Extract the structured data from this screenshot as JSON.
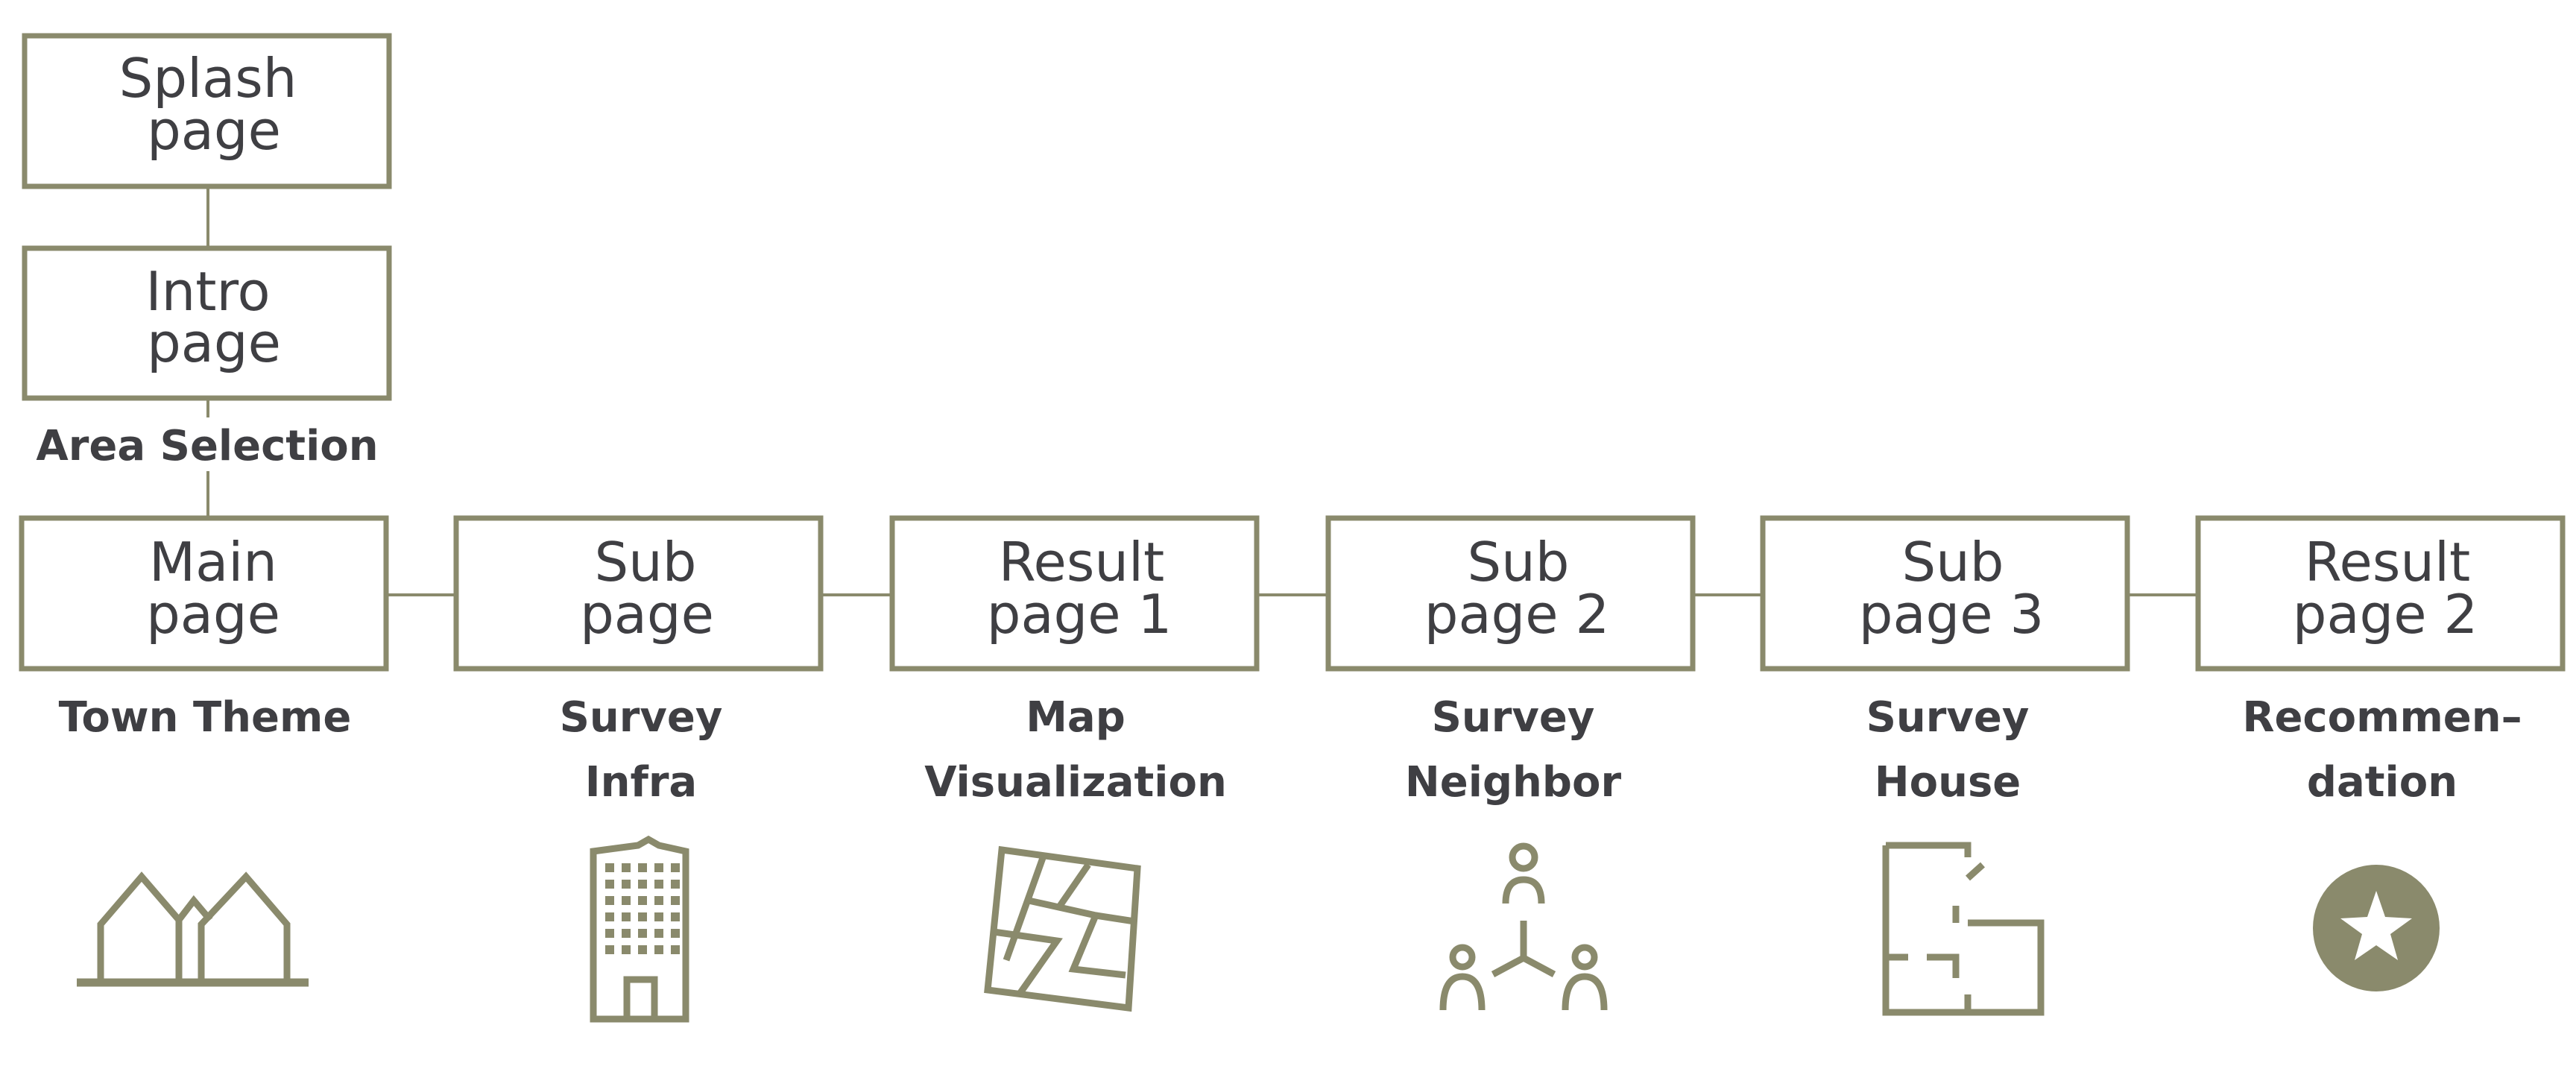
{
  "boxes": {
    "splash": [
      "Splash",
      "page"
    ],
    "intro": [
      "Intro",
      "page"
    ],
    "main": [
      "Main",
      "page"
    ],
    "sub": [
      "Sub",
      "page"
    ],
    "result1": [
      "Result",
      "page 1"
    ],
    "sub2": [
      "Sub",
      "page 2"
    ],
    "sub3": [
      "Sub",
      "page 3"
    ],
    "result2": [
      "Result",
      "page 2"
    ]
  },
  "labels": {
    "area_selection": [
      "Area Selection"
    ],
    "town_theme": [
      "Town Theme"
    ],
    "survey_infra": [
      "Survey",
      "Infra"
    ],
    "map_visualization": [
      "Map",
      "Visualization"
    ],
    "survey_neighbor": [
      "Survey",
      "Neighbor"
    ],
    "survey_house": [
      "Survey",
      "House"
    ],
    "recommendation": [
      "Recommen–",
      "dation"
    ]
  },
  "icons": {
    "town_theme": "houses-icon",
    "survey_infra": "building-icon",
    "map_visualization": "map-grid-icon",
    "survey_neighbor": "people-network-icon",
    "survey_house": "floor-plan-icon",
    "recommendation": "star-badge-icon"
  },
  "colors": {
    "accent": "#8a8a6c",
    "text": "#3f3f43",
    "background": "#ffffff"
  }
}
